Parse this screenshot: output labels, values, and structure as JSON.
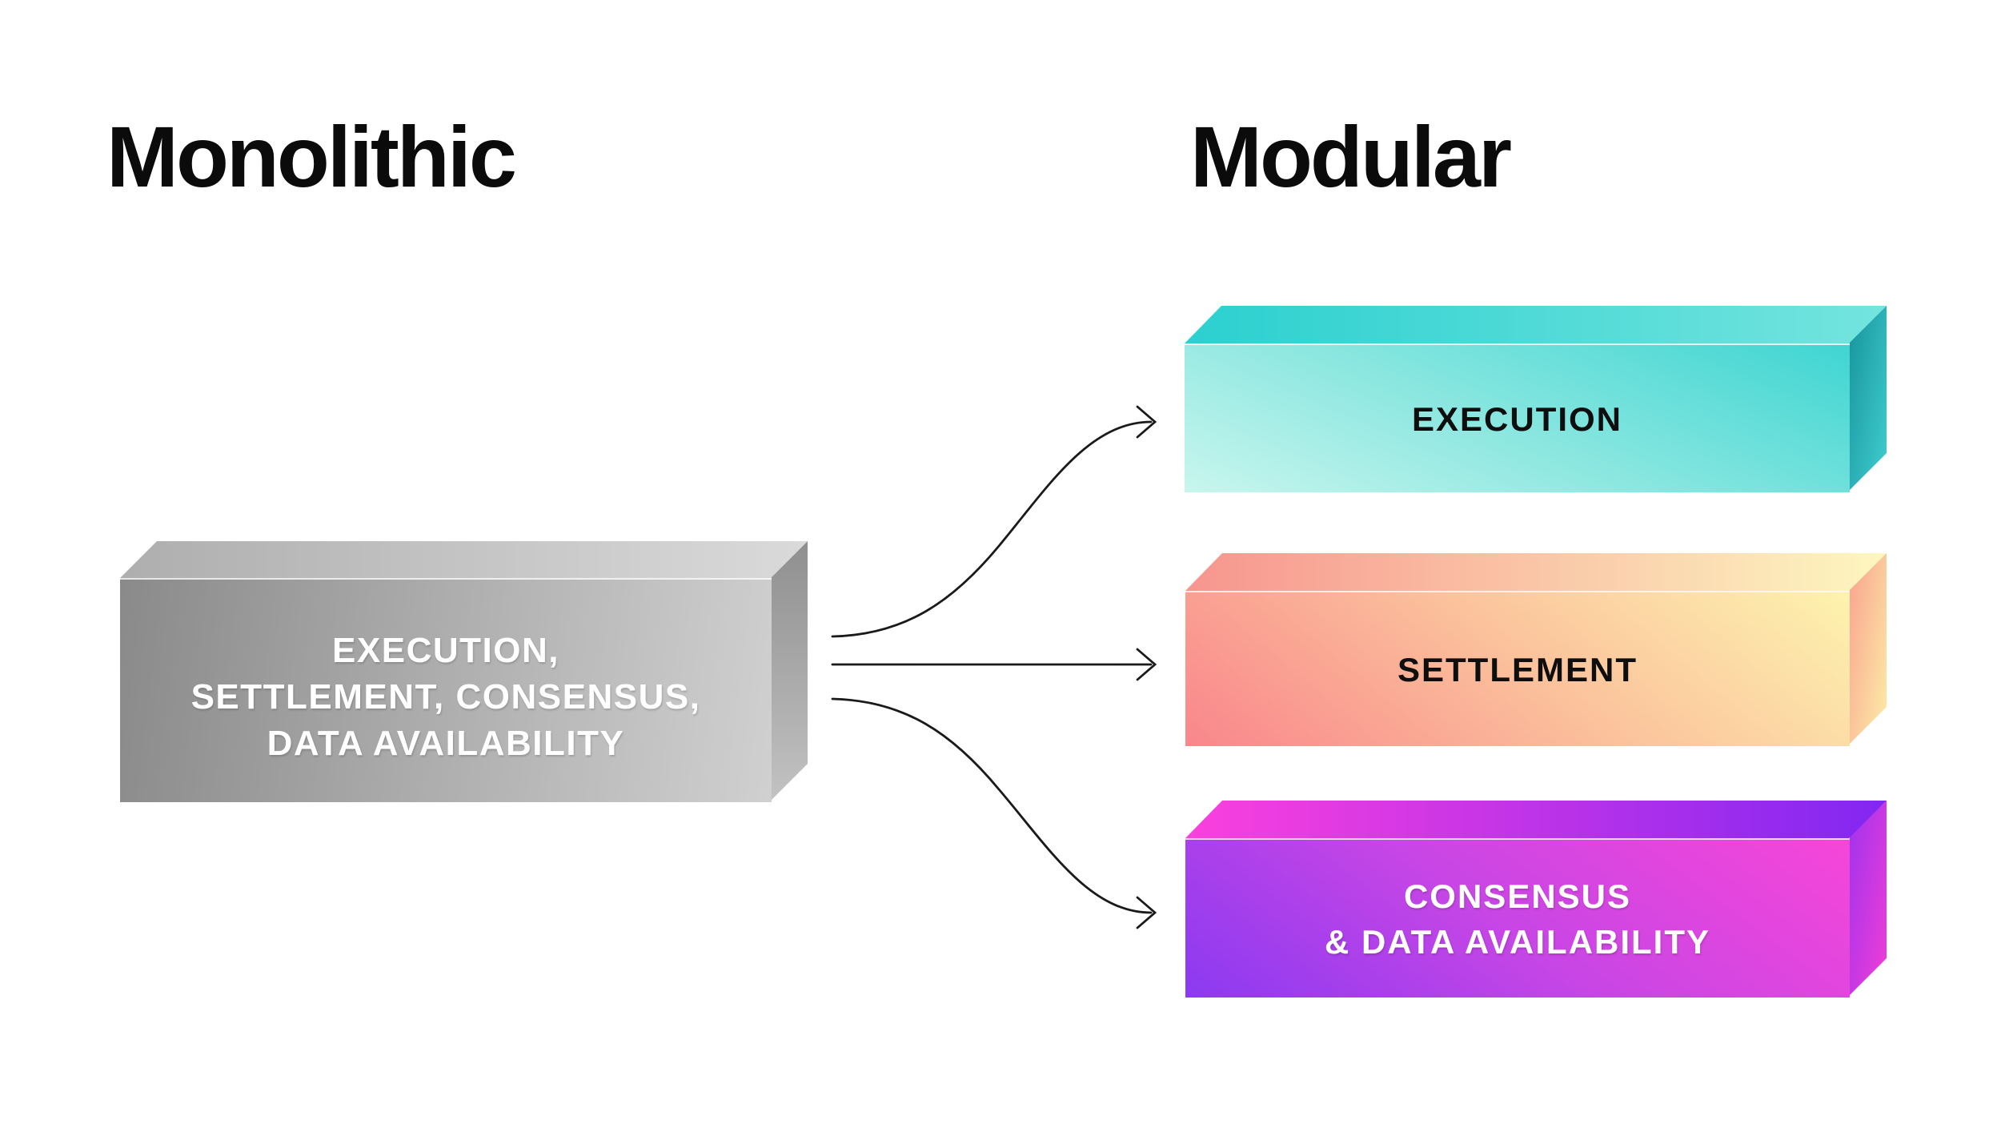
{
  "titles": {
    "monolithic": "Monolithic",
    "modular": "Modular"
  },
  "arrows": {
    "color": "#1a1a1a"
  },
  "boxes": {
    "monolithic": {
      "label_lines": [
        "EXECUTION,",
        "SETTLEMENT, CONSENSUS,",
        "DATA AVAILABILITY"
      ],
      "colors": {
        "front": [
          "#8a8a8a",
          "#aeaeae",
          "#d0d0d0"
        ],
        "top": [
          "#aeaeae",
          "#dadada"
        ],
        "side": [
          "#8f8f8f",
          "#c2c2c2"
        ],
        "text": "#ffffff"
      }
    },
    "execution": {
      "label_lines": [
        "EXECUTION"
      ],
      "colors": {
        "front": [
          "#3fd5d2",
          "#8ce7e0",
          "#c8f6ee"
        ],
        "top": [
          "#2bd0d0",
          "#74e4de"
        ],
        "side": [
          "#17939b",
          "#40cfd1"
        ],
        "text": "#0e0e0e"
      }
    },
    "settlement": {
      "label_lines": [
        "SETTLEMENT"
      ],
      "colors": {
        "front": [
          "#f9868b",
          "#fbc29c",
          "#fdf3ae"
        ],
        "top": [
          "#f7958e",
          "#fdf7c0"
        ],
        "side": [
          "#f9a28e",
          "#fdeda8"
        ],
        "text": "#0e0e0e"
      }
    },
    "consensus": {
      "label_lines": [
        "CONSENSUS",
        "& DATA AVAILABILITY"
      ],
      "colors": {
        "front": [
          "#8b3af1",
          "#c846e5",
          "#f646d8"
        ],
        "top": [
          "#fb40dd",
          "#8127f2"
        ],
        "side": [
          "#9e33ee",
          "#f23ed6"
        ],
        "text": "#ffffff"
      }
    }
  }
}
